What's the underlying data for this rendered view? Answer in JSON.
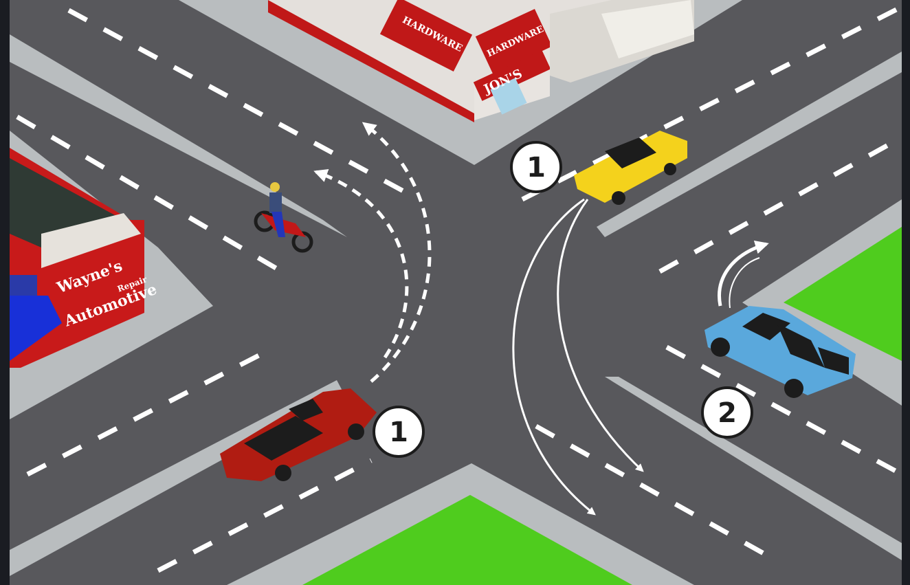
{
  "signs": {
    "hardware_1": "HARDWARE",
    "hardware_2": "HARDWARE",
    "jons": "JON'S",
    "waynes": "Wayne's",
    "automotive": "Automotive",
    "repair": "Repair"
  },
  "badges": {
    "left_car": "1",
    "right_car": "1",
    "suv": "2"
  },
  "colors": {
    "road": "#58585c",
    "sidewalk": "#b8bcbe",
    "grass": "#4fcc1e",
    "red_car": "#b01c12",
    "yellow_car": "#f4d21c",
    "blue_suv": "#5aa8dc",
    "building_red": "#c01818"
  }
}
